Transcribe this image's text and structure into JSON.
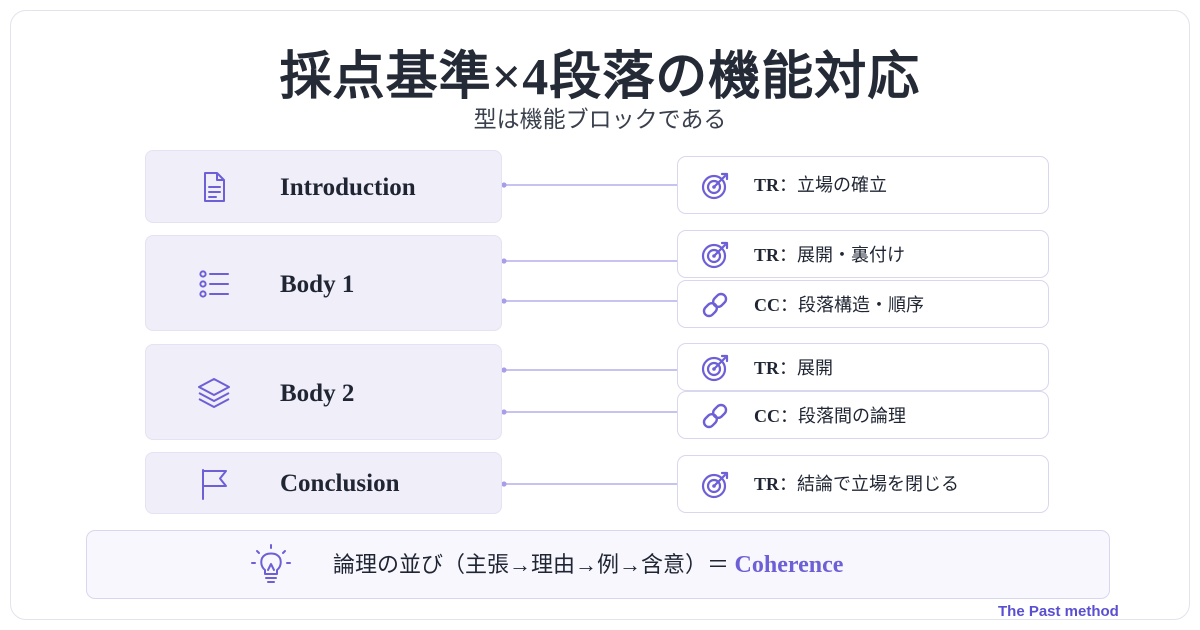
{
  "title": "採点基準×4段落の機能対応",
  "subtitle": "型は機能ブロックである",
  "colors": {
    "accent": "#6d5fd6",
    "section_bg": "#efeef9",
    "connector": "#a89ee8",
    "text": "#1f2533"
  },
  "sections": [
    {
      "label": "Introduction",
      "icon": "document-icon"
    },
    {
      "label": "Body 1",
      "icon": "list-icon"
    },
    {
      "label": "Body 2",
      "icon": "layers-icon"
    },
    {
      "label": "Conclusion",
      "icon": "flag-icon"
    }
  ],
  "criteria": [
    {
      "code": "TR",
      "text": "：立場の確立",
      "icon": "target-icon"
    },
    {
      "code": "TR",
      "text": "：展開・裏付け",
      "icon": "target-icon"
    },
    {
      "code": "CC",
      "text": "：段落構造・順序",
      "icon": "link-icon"
    },
    {
      "code": "TR",
      "text": "：展開",
      "icon": "target-icon"
    },
    {
      "code": "CC",
      "text": "：段落間の論理",
      "icon": "link-icon"
    },
    {
      "code": "TR",
      "text": "：結論で立場を閉じる",
      "icon": "target-icon"
    }
  ],
  "coherence": {
    "text": "論理の並び（主張→理由→例→含意）＝ ",
    "highlight": "Coherence",
    "icon": "lightbulb-icon"
  },
  "brand": "The Past method"
}
